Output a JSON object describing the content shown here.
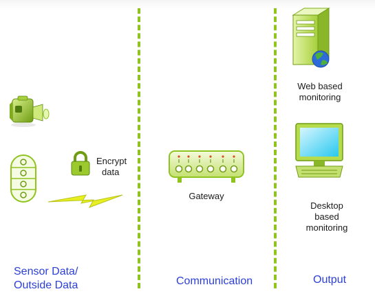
{
  "diagram": {
    "nodes": {
      "camera": {
        "icon": "video-camera-icon"
      },
      "sensor": {
        "icon": "sensor-device-icon"
      },
      "wireless": {
        "icon": "lightning-bolt-icon"
      },
      "encrypt": {
        "icon": "lock-icon",
        "label_line1": "Encrypt",
        "label_line2": "data"
      },
      "gateway": {
        "icon": "router-gateway-icon",
        "label": "Gateway"
      },
      "web": {
        "icon": "server-globe-icon",
        "label_line1": "Web based",
        "label_line2": "monitoring"
      },
      "desktop": {
        "icon": "desktop-computer-icon",
        "label_line1": "Desktop",
        "label_line2": "based",
        "label_line3": "monitoring"
      }
    },
    "sections": {
      "sensor_line1": "Sensor Data/",
      "sensor_line2": "Outside Data",
      "communication": "Communication",
      "output": "Output"
    },
    "colors": {
      "accent_green": "#8fc31f",
      "section_blue": "#2b3fd6"
    }
  }
}
